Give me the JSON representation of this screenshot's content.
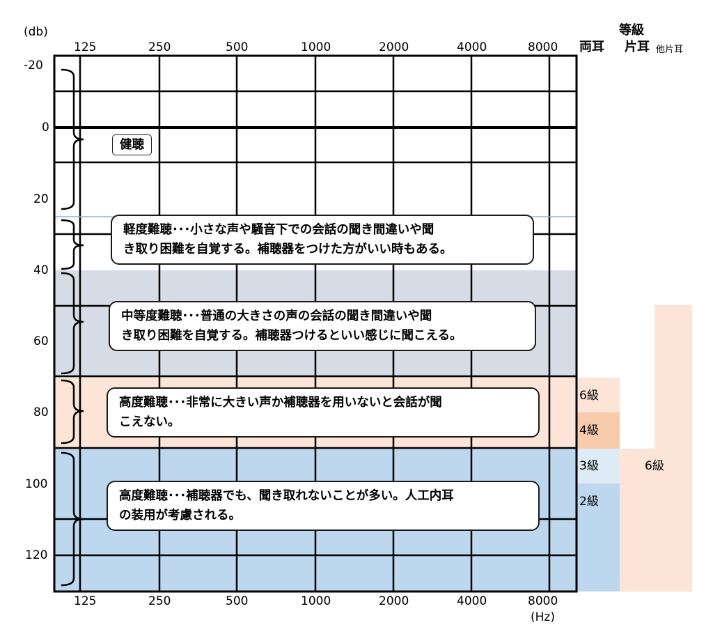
{
  "axis": {
    "y_unit": "(db)",
    "x_unit": "(Hz)",
    "x_ticks": [
      "125",
      "250",
      "500",
      "1000",
      "2000",
      "4000",
      "8000"
    ],
    "y_ticks": [
      "-20",
      "0",
      "20",
      "40",
      "60",
      "80",
      "100",
      "120"
    ]
  },
  "grade": {
    "title": "等級",
    "both_ears": "両耳",
    "one_ear": "片耳",
    "other_ear": "他片耳",
    "levels_both": [
      "6級",
      "4級",
      "3級",
      "2級"
    ],
    "level_one": "6級"
  },
  "categories": [
    {
      "lines": [
        "健聴"
      ]
    },
    {
      "lines": [
        "軽度難聴･･･小さな声や騒音下での会話の聞き間違いや聞",
        "き取り困難を自覚する。補聴器をつけた方がいい時もある。"
      ]
    },
    {
      "lines": [
        "中等度難聴･･･普通の大きさの声の会話の聞き間違いや聞",
        "き取り困難を自覚する。補聴器つけるといい感じに聞こえる。"
      ]
    },
    {
      "lines": [
        "高度難聴･･･非常に大きい声か補聴器を用いないと会話が聞",
        "こえない。"
      ]
    },
    {
      "lines": [
        "高度難聴･･･補聴器でも、聞き取れないことが多い。人工内耳",
        "の装用が考慮される。"
      ]
    }
  ],
  "colors": {
    "moderate_band": "#d6dce5",
    "severe_band": "#fce4d6",
    "profound_band": "#bdd7ee",
    "grade4": "#f8cbad",
    "grade3": "#deebf7",
    "grid": "#000000"
  }
}
